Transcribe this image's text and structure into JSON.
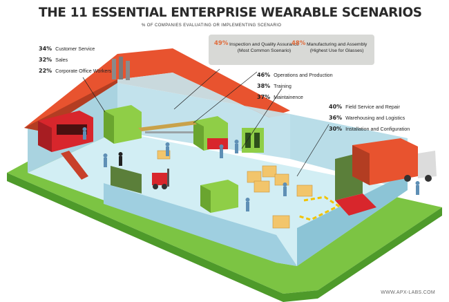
{
  "title": "THE 11 ESSENTIAL ENTERPRISE WEARABLE SCENARIOS",
  "subtitle": "% OF COMPANIES EVALUATING OR IMPLEMENTING SCENARIO",
  "left_group": [
    {
      "pct": "34%",
      "label": "Customer Service"
    },
    {
      "pct": "32%",
      "label": "Sales"
    },
    {
      "pct": "22%",
      "label": "Corporate Office Workers"
    }
  ],
  "callout": {
    "inspection": {
      "pct": "49%",
      "line1": "Inspection and Quality Assurance",
      "line2": "(Most Common Scenario)"
    },
    "manufacturing": {
      "pct": "48%",
      "line1": "Manufacturing and Assembly",
      "line2": "(Highest Use for Glasses)"
    }
  },
  "middle_group": [
    {
      "pct": "46%",
      "label": "Operations and Production"
    },
    {
      "pct": "38%",
      "label": "Training"
    },
    {
      "pct": "37%",
      "label": "Maintainence"
    }
  ],
  "right_group": [
    {
      "pct": "40%",
      "label": "Field Service and Repair"
    },
    {
      "pct": "36%",
      "label": "Warehousing and Logistics"
    },
    {
      "pct": "30%",
      "label": "Installation and Configuration"
    }
  ],
  "footer": "WWW.APX-LABS.COM",
  "colors": {
    "grass": "#7cc443",
    "floor": "#d2eef4",
    "wall": "#b9dde8",
    "roof": "#e8532f",
    "machine": "#8fce47",
    "office": "#d8262c",
    "box": "#f2c56b",
    "accent": "#e06c3c"
  }
}
